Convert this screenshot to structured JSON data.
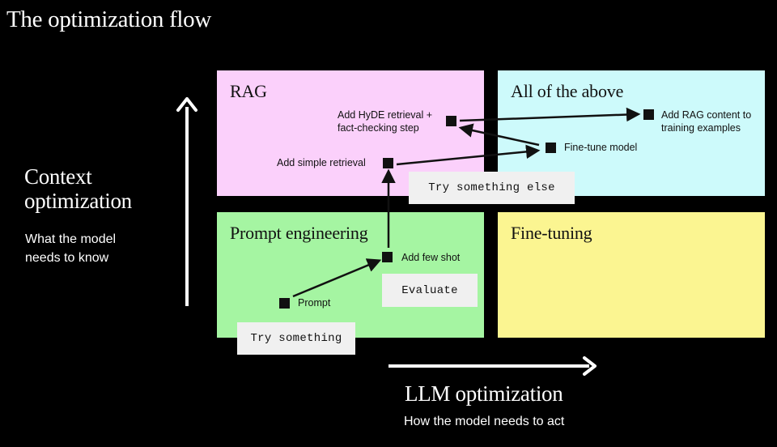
{
  "title": "The optimization flow",
  "y_axis": {
    "title_line1": "Context",
    "title_line2": "optimization",
    "subtitle_line1": "What the model",
    "subtitle_line2": "needs to know"
  },
  "x_axis": {
    "title": "LLM optimization",
    "subtitle": "How the model needs to act"
  },
  "quadrants": {
    "rag": {
      "title": "RAG",
      "color": "#fbd0fb"
    },
    "all": {
      "title": "All of the above",
      "color": "#cdfafb"
    },
    "prompt": {
      "title": "Prompt engineering",
      "color": "#a5f5a2"
    },
    "finetune": {
      "title": "Fine-tuning",
      "color": "#fbf591"
    }
  },
  "nodes": {
    "prompt": "Prompt",
    "few_shot": "Add few shot",
    "simple_retrieval": "Add simple retrieval",
    "hyde_line1": "Add HyDE retrieval +",
    "hyde_line2": "fact-checking step",
    "finetune_model": "Fine-tune model",
    "rag_content_line1": "Add RAG content to",
    "rag_content_line2": "training examples"
  },
  "tags": {
    "try_something": "Try something",
    "evaluate": "Evaluate",
    "try_else": "Try something else"
  }
}
